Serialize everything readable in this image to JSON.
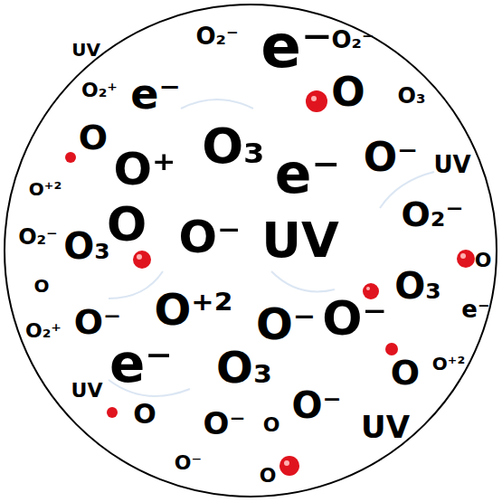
{
  "diagram": {
    "labels": [
      "UV",
      "O₂⁻",
      "e⁻",
      "O₂⁻",
      "O₂⁺",
      "e⁻",
      "O",
      "O₃",
      "O",
      "O⁺",
      "O₃",
      "e⁻",
      "O⁻",
      "UV",
      "O⁺²",
      "O₂⁻",
      "O",
      "O₂⁻",
      "O₃",
      "O",
      "O⁻",
      "UV",
      "O",
      "O⁻",
      "O⁺²",
      "O₃",
      "e⁻",
      "O₂⁺",
      "O⁻",
      "O⁻",
      "O",
      "e⁻",
      "O₃",
      "O",
      "O⁺²",
      "UV",
      "O⁻",
      "UV",
      "O",
      "O⁻",
      "O⁻",
      "O"
    ]
  }
}
